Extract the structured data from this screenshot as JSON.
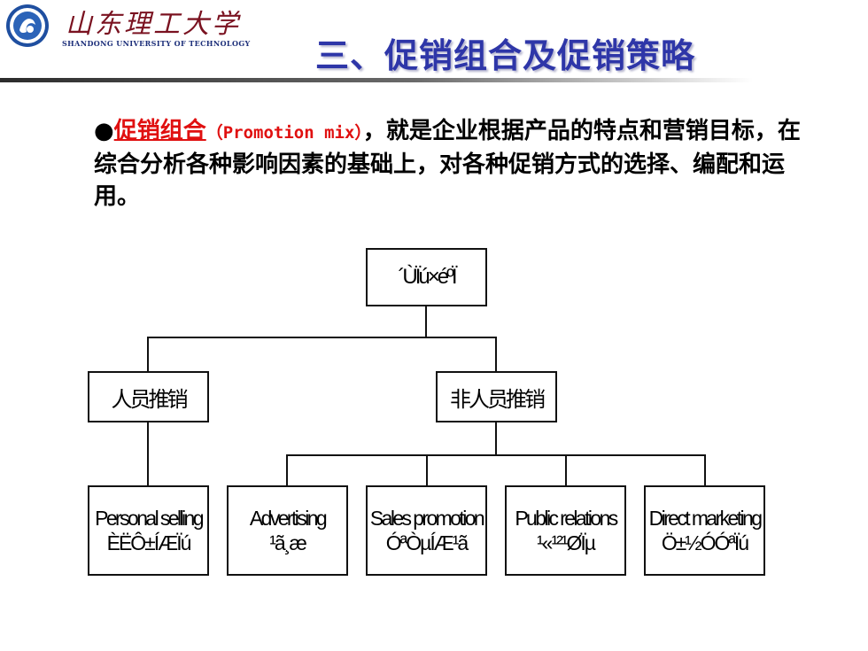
{
  "header": {
    "logo_cn": "山东理工大学",
    "logo_en": "SHANDONG UNIVERSITY OF TECHNOLOGY",
    "title": "三、促销组合及促销策略"
  },
  "definition": {
    "bullet": "●",
    "term": "促销组合",
    "term_en": "（Promotion mix）",
    "text": "，就是企业根据产品的特点和营销目标，在综合分析各种影响因素的基础上，对各种促销方式的选择、编配和运用。"
  },
  "diagram": {
    "root": "´ÙÏú×éºÏ",
    "personal": "人员推销",
    "nonpersonal": "非人员推销",
    "leaves": [
      {
        "en": "Personal selling",
        "cn": "ÈËÔ±ÍÆÏú"
      },
      {
        "en": "Advertising",
        "cn": "¹ã¸æ"
      },
      {
        "en": "Sales promotion",
        "cn": "ÓªÒµÍÆ¹ã"
      },
      {
        "en": "Public relations",
        "cn": "¹«¹²¹ØÏµ"
      },
      {
        "en": "Direct marketing",
        "cn": "Ö±½ÓÓªÏú"
      }
    ]
  },
  "colors": {
    "title": "#2e36a8",
    "term": "#e01010",
    "logo_text": "#7a1220",
    "logo_blue": "#1d2f7a"
  }
}
